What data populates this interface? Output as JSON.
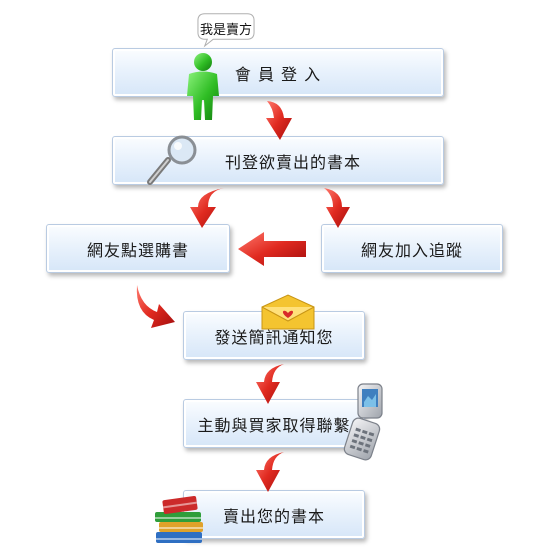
{
  "speech_bubble": "我是賣方",
  "steps": {
    "login": "會 員 登 入",
    "list_book": "刊登欲賣出的書本",
    "buyer_select": "網友點選購書",
    "follow": "網友加入追蹤",
    "notify": "發送簡訊通知您",
    "contact": "主動與買家取得聯繫",
    "sell": "賣出您的書本"
  },
  "colors": {
    "arrow": "#d92020",
    "box_border": "#b9cbe2",
    "box_fill": "#e9f2fc"
  }
}
